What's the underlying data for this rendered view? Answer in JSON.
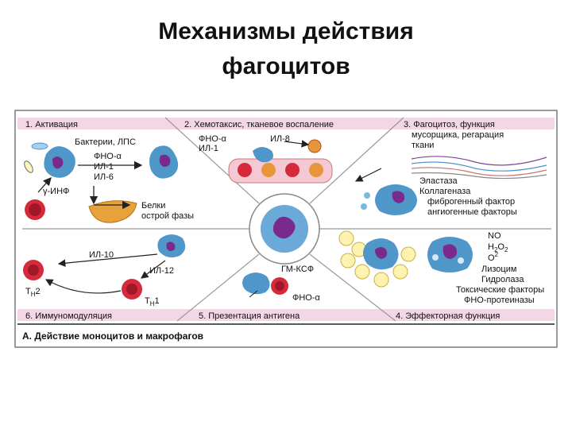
{
  "title": {
    "line1": "Механизмы действия",
    "line2": "фагоцитов"
  },
  "sections": {
    "s1": "1. Активация",
    "s2": "2. Хемотаксис, тканевое воспаление",
    "s3": "3. Фагоцитоз, функция",
    "s3b": "мусорщика, регарация",
    "s3c": "ткани",
    "s4": "4. Эффекторная функция",
    "s5": "5. Презентация антигена",
    "s6": "6. Иммуномодуляция"
  },
  "labels": {
    "bacteria": "Бактерии, ЛПС",
    "tnf": "ФНО-α",
    "il1": "ИЛ-1",
    "il6": "ИЛ-6",
    "ginf": "γ-ИНФ",
    "acute1": "Белки",
    "acute2": "острой фазы",
    "s2_tnf": "ФНО-α",
    "s2_il1": "ИЛ-1",
    "s2_il8": "ИЛ-8",
    "elastase": "Эластаза",
    "collagenase": "Коллагеназа",
    "fibrogenic": "фиброгенный фактор",
    "angiogenic": "ангиогенные факторы",
    "no": "NO",
    "h2o2_base": "H",
    "h2o2_sub1": "2",
    "h2o2_mid": "O",
    "h2o2_sub2": "2",
    "o2_base": "O",
    "o2_sub": "2",
    "lysozyme": "Лизоцим",
    "hydrolase": "Гидролаза",
    "toxic": "Токсические факторы",
    "tnf_prot": "ФНО-протеиназы",
    "gmcsf": "ГМ-КСФ",
    "s5_tnf": "ФНО-α",
    "il10": "ИЛ-10",
    "il12": "ИЛ-12",
    "th2_base": "T",
    "th2_sub": "H",
    "th2_num": "2",
    "th1_base": "T",
    "th1_sub": "H",
    "th1_num": "1"
  },
  "caption": "А. Действие моноцитов и макрофагов",
  "colors": {
    "macrophage": "#4f96c9",
    "nucleus": "#7a2a8a",
    "lymphocyte": "#d42a3c",
    "liver": "#e8a23c",
    "header_band": "#f3d7e6",
    "frame": "#7a7a7a"
  }
}
